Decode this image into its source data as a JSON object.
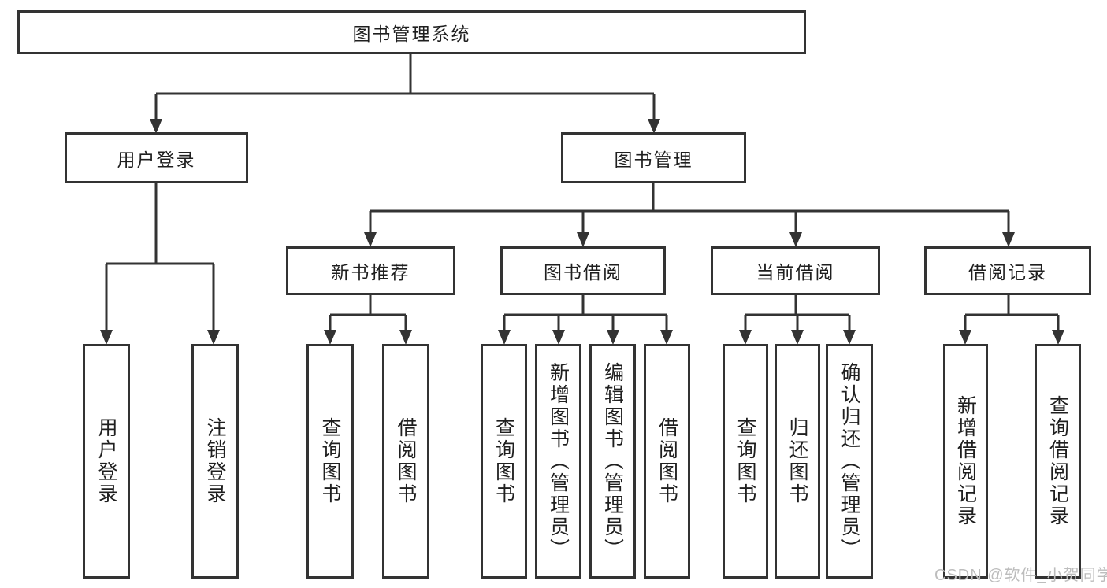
{
  "tree": {
    "label": "图书管理系统",
    "children": [
      {
        "label": "用户登录",
        "children": [
          {
            "label": "用户登录"
          },
          {
            "label": "注销登录"
          }
        ]
      },
      {
        "label": "图书管理",
        "children": [
          {
            "label": "新书推荐",
            "children": [
              {
                "label": "查询图书"
              },
              {
                "label": "借阅图书"
              }
            ]
          },
          {
            "label": "图书借阅",
            "children": [
              {
                "label": "查询图书"
              },
              {
                "label": "新增图书（管理员）"
              },
              {
                "label": "编辑图书（管理员）"
              },
              {
                "label": "借阅图书"
              }
            ]
          },
          {
            "label": "当前借阅",
            "children": [
              {
                "label": "查询图书"
              },
              {
                "label": "归还图书"
              },
              {
                "label": "确认归还（管理员）"
              }
            ]
          },
          {
            "label": "借阅记录",
            "children": [
              {
                "label": "新增借阅记录"
              },
              {
                "label": "查询借阅记录"
              }
            ]
          }
        ]
      }
    ]
  },
  "watermark": {
    "text": "CSDN @软件_小贺同学"
  },
  "colors": {
    "line": "#333333",
    "text": "#1f1f1f",
    "watermark": "#bdbdbd",
    "background": "#ffffff"
  }
}
